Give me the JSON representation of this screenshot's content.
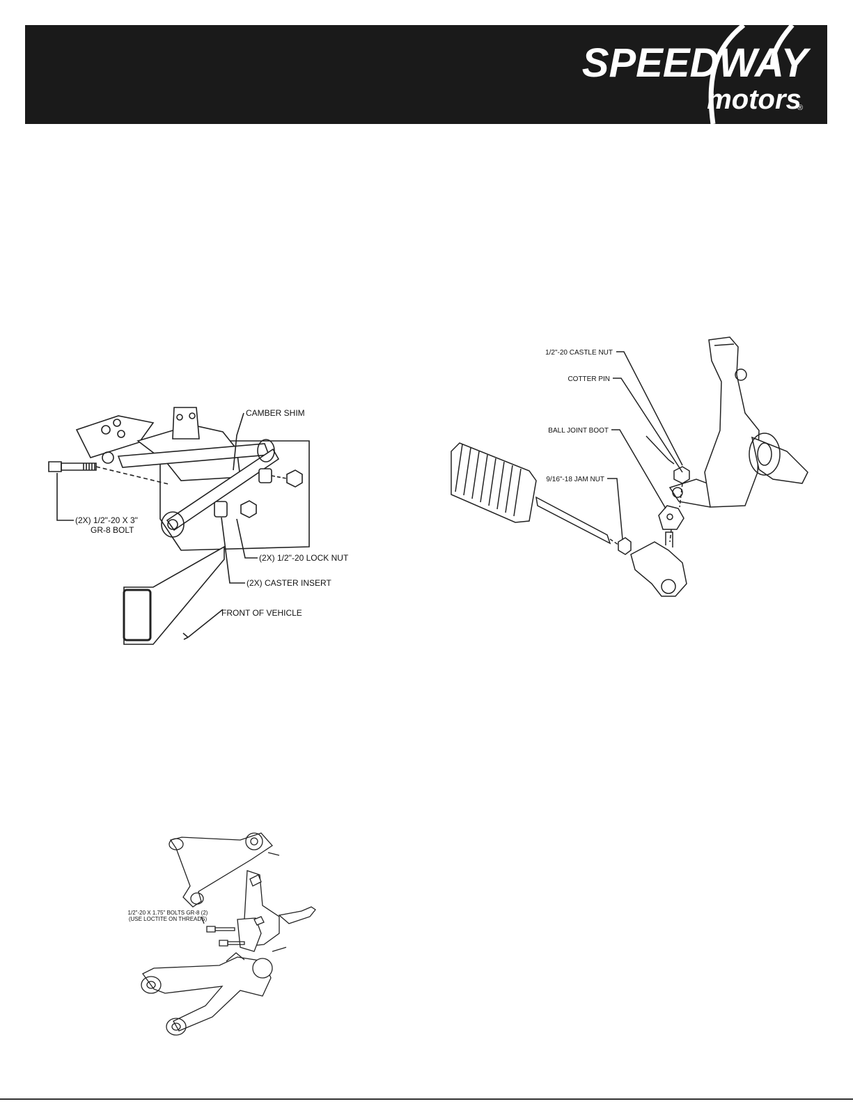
{
  "header": {
    "brand_main": "SPEEDWAY",
    "brand_sub": "motors",
    "registered": "®"
  },
  "figure1": {
    "labels": {
      "camber_shim": "CAMBER SHIM",
      "bolt_line1": "(2X) 1/2\"-20 X 3\"",
      "bolt_line2": "GR-8 BOLT",
      "lock_nut": "(2X) 1/2\"-20 LOCK NUT",
      "caster_insert": "(2X) CASTER INSERT",
      "front_of_vehicle": "FRONT OF VEHICLE"
    }
  },
  "figure2": {
    "labels": {
      "castle_nut": "1/2\"-20 CASTLE NUT",
      "cotter_pin": "COTTER PIN",
      "ball_joint_boot": "BALL JOINT BOOT",
      "jam_nut": "9/16\"-18 JAM NUT"
    }
  },
  "figure3": {
    "labels": {
      "bolts_line1": "1/2\"-20 X 1.75\" BOLTS GR-8 (2)",
      "bolts_line2": "(USE LOCTITE ON THREADS)"
    }
  }
}
